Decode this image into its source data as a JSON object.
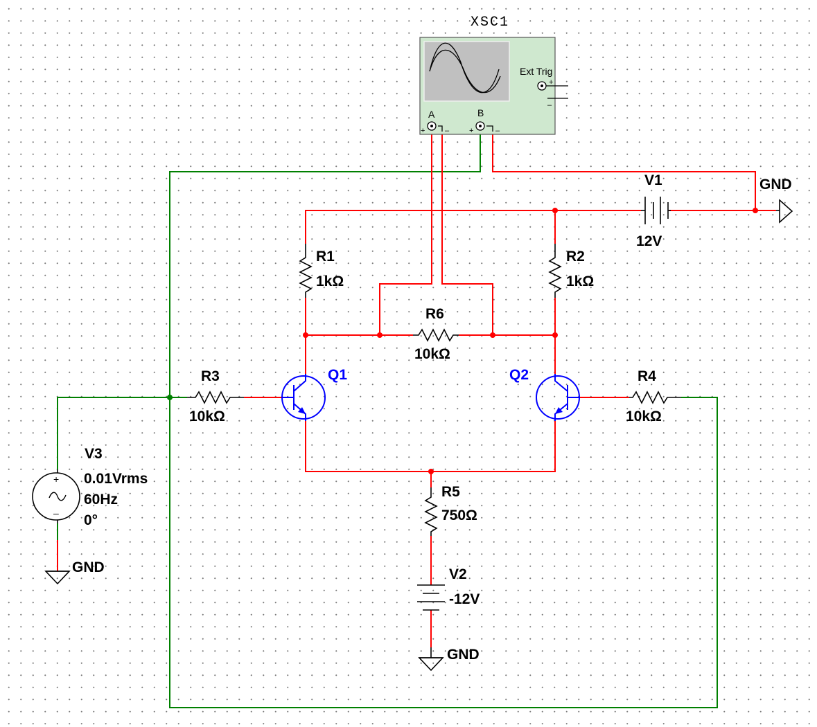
{
  "oscilloscope": {
    "name": "XSC1",
    "channel_a": "A",
    "channel_b": "B",
    "ext_trig": "Ext Trig",
    "plus": "+",
    "minus": "–"
  },
  "components": {
    "v1": {
      "ref": "V1",
      "value": "12V"
    },
    "v2": {
      "ref": "V2",
      "value": "-12V"
    },
    "v3": {
      "ref": "V3",
      "amplitude": "0.01Vrms",
      "frequency": "60Hz",
      "phase": "0°"
    },
    "r1": {
      "ref": "R1",
      "value": "1kΩ"
    },
    "r2": {
      "ref": "R2",
      "value": "1kΩ"
    },
    "r3": {
      "ref": "R3",
      "value": "10kΩ"
    },
    "r4": {
      "ref": "R4",
      "value": "10kΩ"
    },
    "r5": {
      "ref": "R5",
      "value": "750Ω"
    },
    "r6": {
      "ref": "R6",
      "value": "10kΩ"
    },
    "q1": {
      "ref": "Q1"
    },
    "q2": {
      "ref": "Q2"
    }
  },
  "grounds": {
    "top_right": "GND",
    "v3": "GND",
    "v2": "GND"
  },
  "colors": {
    "wire_red": "#ff0000",
    "wire_green": "#008000",
    "transistor": "#0000ff",
    "scope_body": "#cfe8cf",
    "scope_screen": "#c0c0c0"
  }
}
